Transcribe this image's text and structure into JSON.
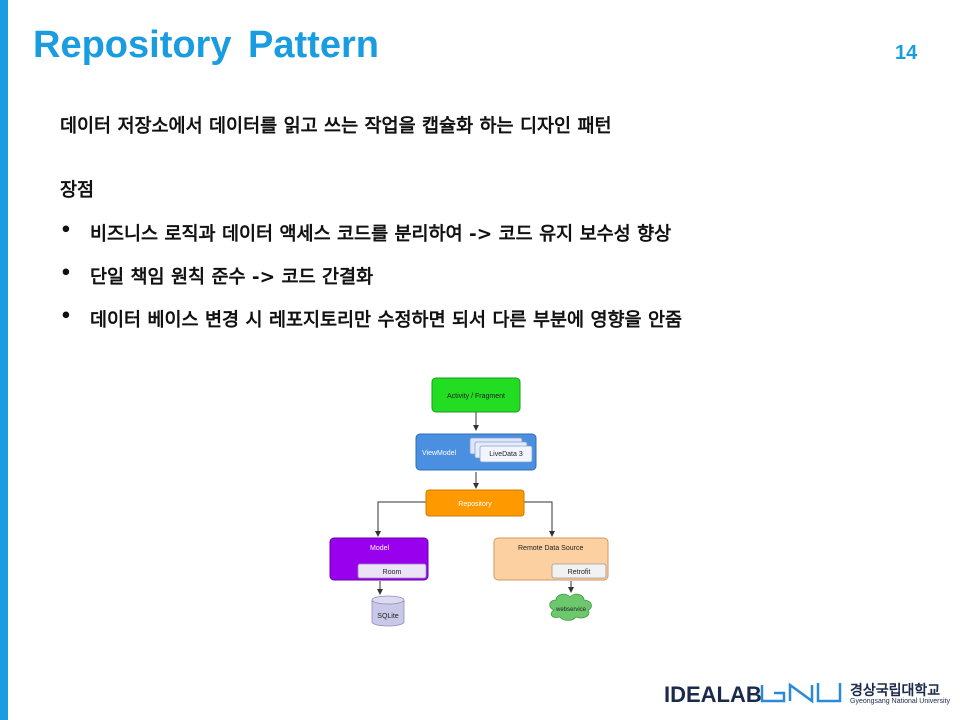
{
  "slide": {
    "title": "Repository Pattern",
    "page_number": "14",
    "lead": "데이터 저장소에서 데이터를 읽고 쓰는 작업을 캡슐화 하는 디자인 패턴",
    "subheading": "장점",
    "bullets": [
      "비즈니스 로직과 데이터 액세스 코드를 분리하여 -> 코드 유지 보수성 향상",
      "단일 책임 원칙 준수 -> 코드 간결화",
      "데이터 베이스 변경 시 레포지토리만 수정하면 되서 다른 부분에 영향을 안줌"
    ],
    "bullet_symbol": "•"
  },
  "diagram": {
    "activity": "Activity / Fragment",
    "viewmodel": "ViewModel",
    "livedata": "LiveData 3",
    "repository": "Repository",
    "model": "Model",
    "room": "Room",
    "sqlite": "SQLite",
    "remote": "Remote Data Source",
    "retrofit": "Retrofit",
    "webservice": "webservice"
  },
  "footer": {
    "lab": "IDEALAB",
    "university": "경상국립대학교",
    "university_en": "Gyeongsang National University"
  },
  "colors": {
    "accent": "#1a9de0",
    "activity_green": "#22dd22",
    "viewmodel_blue": "#4a8fe0",
    "repository_orange": "#ff9900",
    "model_purple": "#9900ee",
    "remote_peach": "#fcd0a0",
    "webservice_green": "#6dc86d"
  }
}
